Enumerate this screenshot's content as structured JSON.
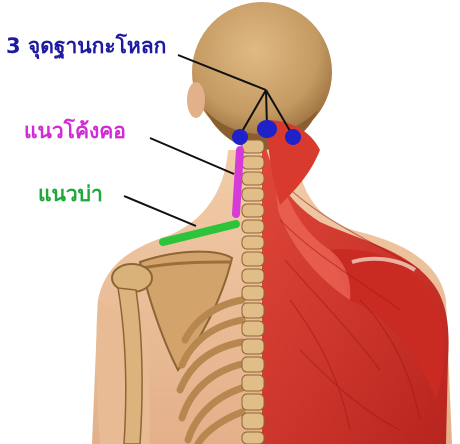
{
  "labels": {
    "points": "3 จุดฐานกะโหลก",
    "neck_curve": "แนวโค้งคอ",
    "shoulder_line": "แนวบ่า"
  },
  "colors": {
    "points_label": "#1d1aa0",
    "points_marker": "#1e22c8",
    "neck_label": "#d22ad6",
    "neck_line": "#d63ad8",
    "shoulder_label": "#1fa83a",
    "shoulder_line": "#2bc43a",
    "leader_lines": "#111111",
    "skin": "#e8bb95",
    "skull": "#c49a62",
    "bone": "#d9b27a",
    "muscle": "#d8342a",
    "muscle_light": "#ef6a5a"
  },
  "icons": {
    "figure": "human-back-anatomy-illustration"
  }
}
